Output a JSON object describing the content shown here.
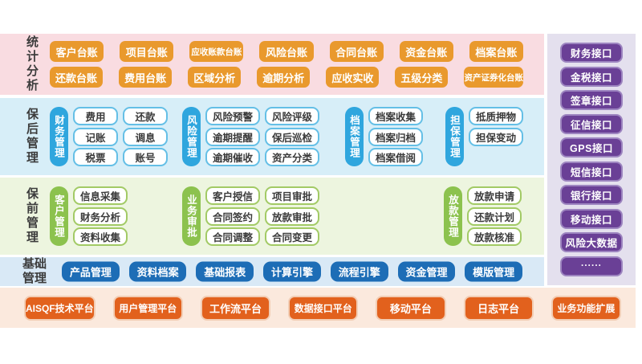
{
  "accents": {
    "stats_bg": "#f9dce1",
    "stats_btn": "#e9992d",
    "post_bg": "#d7eef8",
    "post_pill": "#2fa6de",
    "post_border": "#64bfe6",
    "pre_bg": "#edf5df",
    "pre_pill": "#8cc24e",
    "pre_border": "#a2ca65",
    "base_bg": "#d9e9f6",
    "base_btn": "#1d6db6",
    "platform_bg": "#fbe9dd",
    "platform_btn": "#e2611d",
    "interface_bg": "#e4e0ee",
    "interface_btn": "#6a4096"
  },
  "stats": {
    "label": "统计分析",
    "row1": [
      "客户台账",
      "项目台账",
      "应收账款台账",
      "风险台账",
      "合同台账",
      "资金台账",
      "档案台账"
    ],
    "row2": [
      "还款台账",
      "费用台账",
      "区域分析",
      "逾期分析",
      "应收实收",
      "五级分类",
      "资产证券化台账"
    ]
  },
  "post_loan": {
    "label": "保后管理",
    "groups": [
      {
        "pill": "财务管理",
        "cols": 2,
        "items": [
          "费用",
          "还款",
          "记账",
          "调息",
          "税票",
          "账号"
        ]
      },
      {
        "pill": "风险管理",
        "cols": 2,
        "items": [
          "风险预警",
          "风险评级",
          "逾期提醒",
          "保后巡检",
          "逾期催收",
          "资产分类"
        ]
      },
      {
        "pill": "档案管理",
        "cols": 1,
        "items": [
          "档案收集",
          "档案归档",
          "档案借阅"
        ]
      },
      {
        "pill": "担保管理",
        "cols": 1,
        "items": [
          "抵质押物",
          "担保变动"
        ]
      }
    ]
  },
  "pre_loan": {
    "label": "保前管理",
    "groups": [
      {
        "pill": "客户管理",
        "cols": 1,
        "items": [
          "信息采集",
          "财务分析",
          "资料收集"
        ]
      },
      {
        "pill": "业务审批",
        "cols": 2,
        "items": [
          "客户授信",
          "项目审批",
          "合同签约",
          "放款审批",
          "合同调整",
          "合同变更"
        ]
      },
      {
        "pill": "放款管理",
        "cols": 1,
        "items": [
          "放款申请",
          "还款计划",
          "放款核准"
        ]
      }
    ]
  },
  "base": {
    "label_line1": "基础",
    "label_line2": "管理",
    "items": [
      "产品管理",
      "资料档案",
      "基础报表",
      "计算引擎",
      "流程引擎",
      "资金管理",
      "模版管理"
    ]
  },
  "platforms": {
    "items": [
      "AISQF技术平台",
      "用户管理平台",
      "工作流平台",
      "数据接口平台",
      "移动平台",
      "日志平台",
      "业务功能扩展"
    ]
  },
  "interfaces": {
    "items": [
      "财务接口",
      "金税接口",
      "签章接口",
      "征信接口",
      "GPS接口",
      "短信接口",
      "银行接口",
      "移动接口",
      "风险大数据",
      "······"
    ]
  }
}
